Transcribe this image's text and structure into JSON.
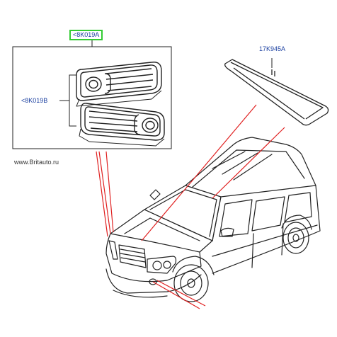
{
  "labels": {
    "part_a": "<8K019A",
    "part_b": "<8K019B",
    "part_c": "17K945A"
  },
  "watermark": "www.Britauto.ru",
  "colors": {
    "highlight": "#33cc33",
    "label_text": "#1a3fa0",
    "leader_lines": "#e02020",
    "drawing": "#222222"
  },
  "icons": {
    "fog_lamp_bezel": "upper-fog-lamp-bezel-icon",
    "fog_lamp_bezel_lower": "lower-fog-lamp-bezel-icon",
    "roof_trim": "roof-trim-strip-icon",
    "vehicle": "suv-vehicle-icon"
  }
}
